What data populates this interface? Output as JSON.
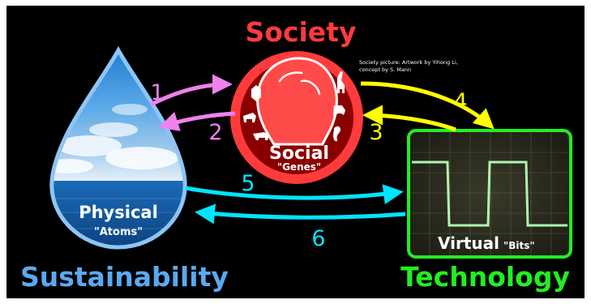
{
  "titles": {
    "society": "Society",
    "sustainability": "Sustainability",
    "technology": "Technology"
  },
  "credit": {
    "line1": "Society picture: Artwork by Yihong Li,",
    "line2": "concept by S. Mann"
  },
  "nodes": {
    "physical": {
      "label": "Physical",
      "sublabel": "\"Atoms\""
    },
    "social": {
      "label": "Social",
      "sublabel": "\"Genes\""
    },
    "virtual": {
      "label": "Virtual",
      "sublabel": "\"Bits\""
    }
  },
  "arrows": [
    {
      "label": "1",
      "from": "physical",
      "to": "social",
      "color": "#ee82ee"
    },
    {
      "label": "2",
      "from": "social",
      "to": "physical",
      "color": "#ee82ee"
    },
    {
      "label": "3",
      "from": "virtual",
      "to": "social",
      "color": "#ffff00"
    },
    {
      "label": "4",
      "from": "social",
      "to": "virtual",
      "color": "#ffff00"
    },
    {
      "label": "5",
      "from": "physical",
      "to": "virtual",
      "color": "#00e5ff"
    },
    {
      "label": "6",
      "from": "virtual",
      "to": "physical",
      "color": "#00e5ff"
    }
  ],
  "colors": {
    "background": "#000000",
    "society": "#ff3b3b",
    "sustainability": "#5aa9f0",
    "technology": "#22ee22",
    "pink": "#ee82ee",
    "yellow": "#ffff00",
    "cyan": "#00e5ff"
  }
}
